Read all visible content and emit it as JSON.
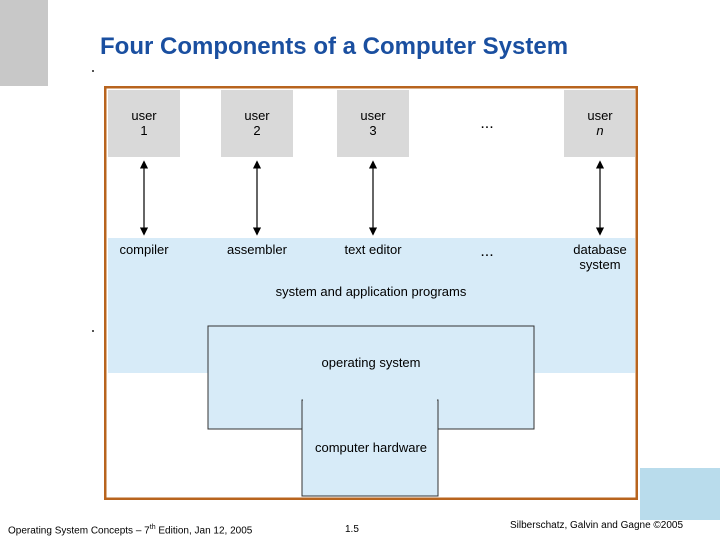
{
  "title": "Four Components of a Computer System",
  "users": [
    {
      "line1": "user",
      "line2": "1"
    },
    {
      "line1": "user",
      "line2": "2"
    },
    {
      "line1": "user",
      "line2": "3"
    },
    {
      "line1": "user",
      "line2": "n"
    }
  ],
  "ellipsis": "...",
  "programs": [
    {
      "line1": "compiler",
      "line2": ""
    },
    {
      "line1": "assembler",
      "line2": ""
    },
    {
      "line1": "text editor",
      "line2": ""
    },
    {
      "line1": "database",
      "line2": "system"
    }
  ],
  "layers": {
    "programs_label": "system and application programs",
    "os_label": "operating system",
    "hw_label": "computer hardware"
  },
  "colors": {
    "border": "#b8641e",
    "user_box": "#d9d9d9",
    "layer_fill": "#d7ebf8",
    "title": "#1a4fa0"
  },
  "footer": {
    "left": "Operating System Concepts – 7th Edition, Jan 12, 2005",
    "left_main": "Operating System Concepts – 7",
    "left_sup": "th",
    "left_rest": " Edition, Jan 12, 2005",
    "page": "1.5",
    "right": "Silberschatz, Galvin and Gagne ©2005"
  }
}
